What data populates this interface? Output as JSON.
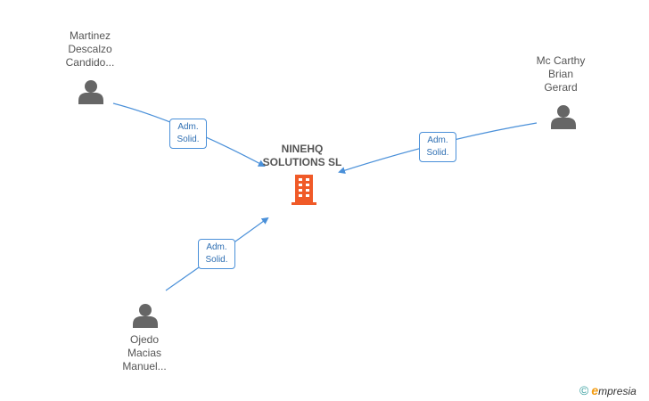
{
  "company": {
    "name_line1": "NINEHQ",
    "name_line2": "SOLUTIONS SL",
    "icon": "building-icon",
    "icon_color": "#f05a28"
  },
  "persons": [
    {
      "id": "martinez",
      "lines": [
        "Martinez",
        "Descalzo",
        "Candido..."
      ],
      "icon": "person-icon",
      "role_line1": "Adm.",
      "role_line2": "Solid."
    },
    {
      "id": "mccarthy",
      "lines": [
        "Mc Carthy",
        "Brian",
        "Gerard"
      ],
      "icon": "person-icon",
      "role_line1": "Adm.",
      "role_line2": "Solid."
    },
    {
      "id": "ojedo",
      "lines": [
        "Ojedo",
        "Macias",
        "Manuel..."
      ],
      "icon": "person-icon",
      "role_line1": "Adm.",
      "role_line2": "Solid."
    }
  ],
  "colors": {
    "link": "#4a90d9",
    "person_icon": "#666666",
    "text": "#555555"
  },
  "watermark": {
    "copyright": "©",
    "brand_first": "e",
    "brand_rest": "mpresia"
  }
}
